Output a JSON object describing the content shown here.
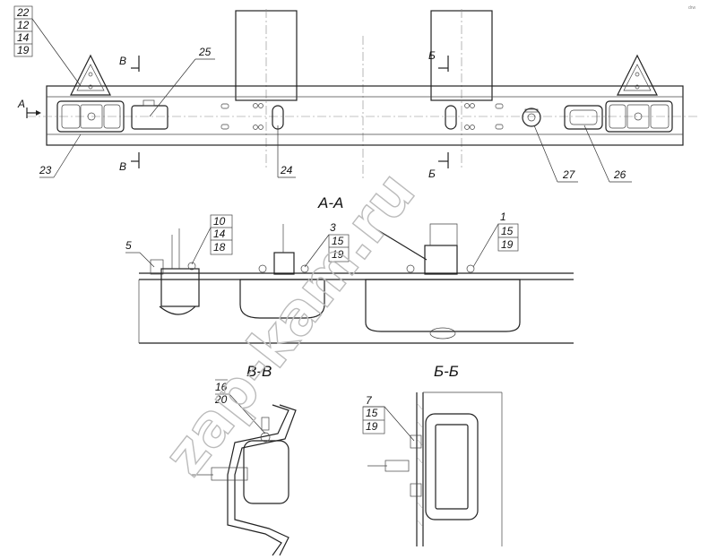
{
  "plan_view": {
    "callouts": {
      "c22": "22",
      "c12": "12",
      "c14a": "14",
      "c19a": "19",
      "c25": "25",
      "c23": "23",
      "c24": "24",
      "c27": "27",
      "c26": "26"
    },
    "section_marks": {
      "a_left": "A",
      "v_top": "В",
      "v_bottom": "В",
      "b_top": "Б",
      "b_bottom": "Б"
    }
  },
  "section_aa": {
    "title": "A-A",
    "callouts": {
      "c5": "5",
      "c10": "10",
      "c14": "14",
      "c18": "18",
      "c3": "3",
      "c15a": "15",
      "c19b": "19",
      "c1": "1",
      "c15b": "15",
      "c19c": "19"
    }
  },
  "section_vv": {
    "title": "B-B",
    "callouts": {
      "c16": "16",
      "c20": "20"
    }
  },
  "section_bb": {
    "title": "Б-Б",
    "callouts": {
      "c7": "7",
      "c15": "15",
      "c19": "19"
    }
  },
  "watermark": "zap-kam.ru",
  "corner_note": "drw"
}
